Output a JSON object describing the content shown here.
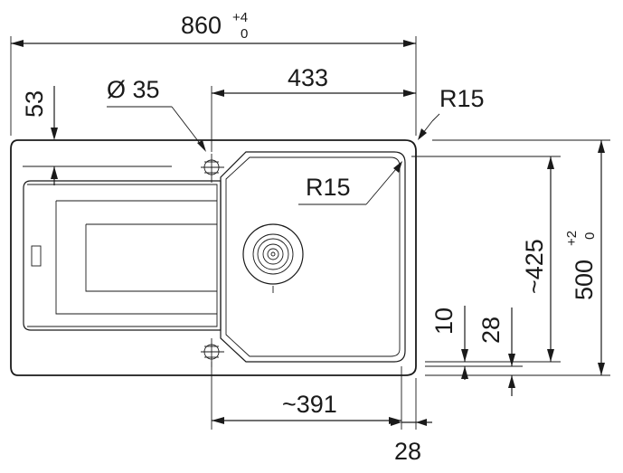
{
  "dimensions": {
    "overall_width": {
      "value": "860",
      "tol_upper": "+4",
      "tol_lower": "0"
    },
    "overall_depth": {
      "value": "500",
      "tol_upper": "+2",
      "tol_lower": "0"
    },
    "tap_hole_diameter": "Ø 35",
    "tap_hole_offset": "53",
    "bowl_width": "433",
    "outer_radius": "R15",
    "bowl_radius": "R15",
    "bowl_inner_width": "~391",
    "side_margin": "28",
    "bowl_depth": "~425",
    "front_offset_1": "10",
    "front_offset_2": "28"
  }
}
